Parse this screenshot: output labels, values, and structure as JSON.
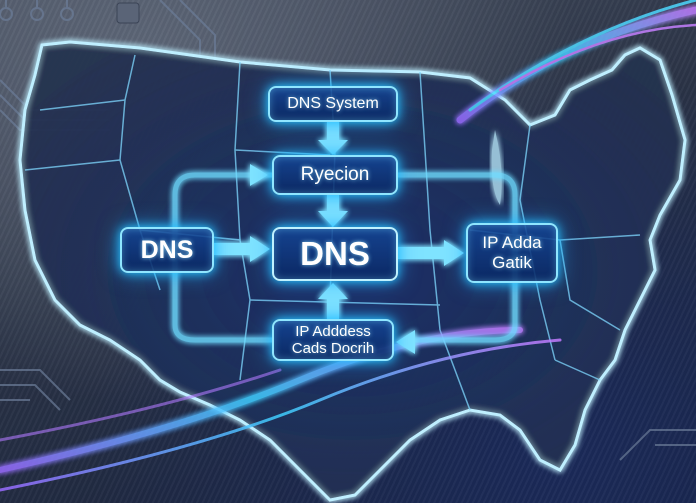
{
  "image": {
    "description": "Glowing DNS flow diagram overlaid on a neon outline map of the United States on brushed-metal circuit-board background",
    "colors": {
      "glow": "#27c6ff",
      "node_border": "#8fe6ff",
      "node_fill": "#14469a",
      "map_outline": "#bfefff",
      "accent_purple": "#9a6cff",
      "background": "#2a3346"
    }
  },
  "diagram": {
    "nodes": [
      {
        "id": "dns-system",
        "lines": [
          "DNS System"
        ]
      },
      {
        "id": "ryecion",
        "lines": [
          "Ryecion"
        ]
      },
      {
        "id": "dns-left",
        "lines": [
          "DNS"
        ]
      },
      {
        "id": "dns-center",
        "lines": [
          "DNS"
        ]
      },
      {
        "id": "ip-right",
        "lines": [
          "IP Adda",
          "Gatik"
        ]
      },
      {
        "id": "ip-bottom",
        "lines": [
          "IP Adddess",
          "Cads Docrih"
        ]
      }
    ],
    "edges": [
      {
        "from": "dns-system",
        "to": "ryecion",
        "direction": "down"
      },
      {
        "from": "ryecion",
        "to": "dns-center",
        "direction": "down"
      },
      {
        "from": "dns-left",
        "to": "dns-center",
        "direction": "right"
      },
      {
        "from": "dns-center",
        "to": "ip-right",
        "direction": "right"
      },
      {
        "from": "ip-bottom",
        "to": "dns-center",
        "direction": "up"
      },
      {
        "from": "loop-right",
        "to": "ip-bottom",
        "direction": "left"
      },
      {
        "from": "loop-left",
        "to": "ryecion",
        "direction": "right"
      }
    ]
  }
}
